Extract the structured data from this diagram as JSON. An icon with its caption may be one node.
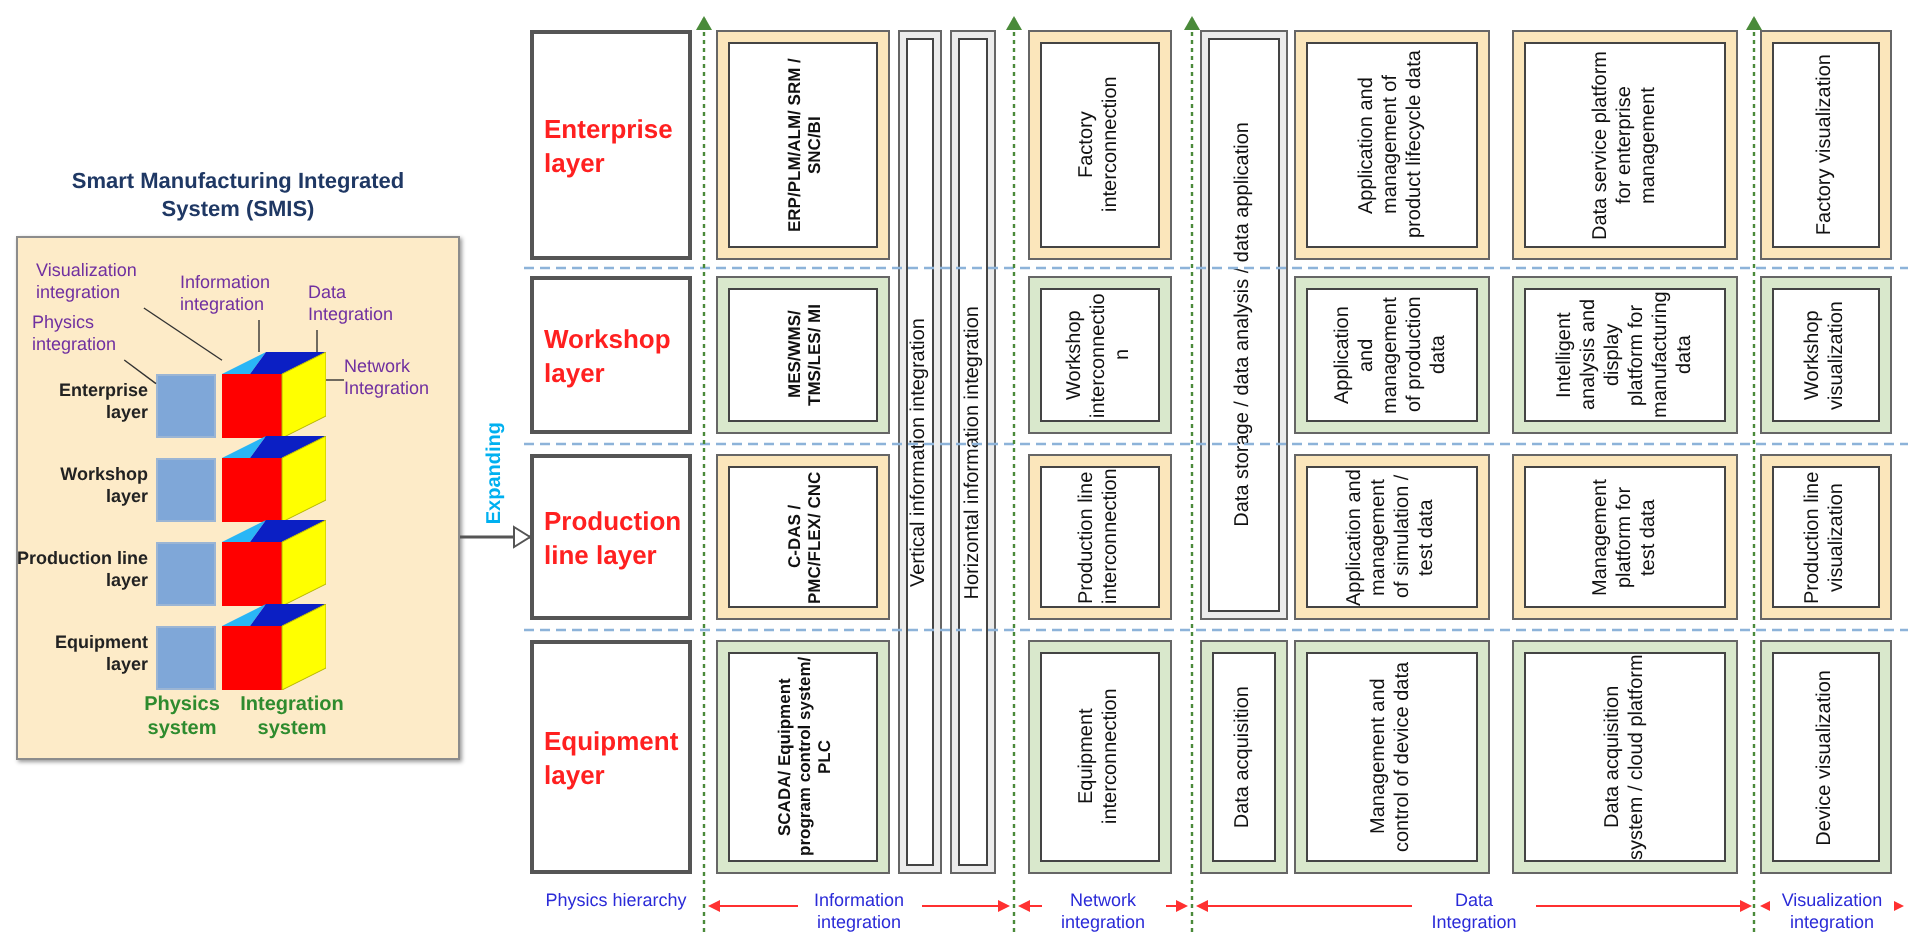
{
  "diagram": {
    "nodes": [
      {
        "text": [
          "Smart Manufacturing Integrated System (SMIS)"
        ]
      },
      {
        "text": [
          "Visualization integration"
        ],
        "in": 0
      },
      {
        "text": [
          "Information integration"
        ],
        "in": 0
      },
      {
        "text": [
          "Data Integration"
        ],
        "in": 0
      },
      {
        "text": [
          "Physics integration"
        ],
        "in": 0
      },
      {
        "text": [
          "Network Integration"
        ],
        "in": 0
      },
      {
        "text": [],
        "shape": "box",
        "in": 0
      },
      {
        "text": [],
        "shape": "cube",
        "in": 0
      },
      {
        "text": [],
        "shape": "box",
        "in": 0
      },
      {
        "text": [],
        "shape": "cube",
        "in": 0
      },
      {
        "text": [],
        "shape": "box",
        "in": 0
      },
      {
        "text": [],
        "shape": "cube",
        "in": 0
      },
      {
        "text": [],
        "shape": "box",
        "in": 0
      },
      {
        "text": [],
        "shape": "cube",
        "in": 0
      },
      {
        "text": [
          "Enterprise layer"
        ]
      },
      {
        "text": [
          "Workshop layer"
        ]
      },
      {
        "text": [
          "Production line layer"
        ]
      },
      {
        "text": [
          "Equipment layer"
        ]
      },
      {
        "text": [
          "ERP/PLM/ALM/ SRM / SNC/BI"
        ]
      },
      {
        "text": [
          "MES/WMS/ TMS/LES/ MI"
        ]
      },
      {
        "text": [
          "C-DAS / PMC/FLEX/ CNC"
        ]
      },
      {
        "text": [
          "SCADA/ Equipment program control system/ PLC"
        ]
      },
      {
        "text": [
          "Vertical information integration"
        ]
      },
      {
        "text": [
          "Horizontal information integration"
        ]
      },
      {
        "text": [
          "Factory interconnection"
        ]
      },
      {
        "text": [
          "Workshop interconnection"
        ]
      },
      {
        "text": [
          "Production line interconnection"
        ]
      },
      {
        "text": [
          "Equipment interconnection"
        ]
      },
      {
        "text": [
          "Data storage / data analysis / data application"
        ]
      },
      {
        "text": [
          "Data acquisition"
        ]
      },
      {
        "text": [
          "Application and management of product lifecycle data"
        ]
      },
      {
        "text": [
          "Application and management of production data"
        ]
      },
      {
        "text": [
          "Application and management of simulation / test data"
        ]
      },
      {
        "text": [
          "Management and control of device data"
        ]
      },
      {
        "text": [
          "Data service platform for enterprise management"
        ]
      },
      {
        "text": [
          "Intelligent analysis and display platform for manufacturing data"
        ]
      },
      {
        "text": [
          "Management platform for test data"
        ]
      },
      {
        "text": [
          "Data acquisition system / cloud platform"
        ]
      },
      {
        "text": [
          "Factory visualization"
        ]
      },
      {
        "text": [
          "Workshop visualization"
        ]
      },
      {
        "text": [
          "Production line visualization"
        ]
      },
      {
        "text": [
          "Device visualization"
        ]
      }
    ],
    "edges": [
      {
        "from": 1,
        "to": 7,
        "arrow": "none"
      },
      {
        "from": 2,
        "to": 7,
        "arrow": "none"
      },
      {
        "from": 3,
        "to": 7,
        "arrow": "none"
      },
      {
        "from": 4,
        "to": 6,
        "arrow": "none"
      },
      {
        "from": 5,
        "to": 7,
        "arrow": "none"
      },
      {
        "from": 0,
        "to": 16,
        "arrow": "to",
        "label": "Expanding"
      }
    ],
    "labels": [
      "Enterprise layer",
      "Workshop layer",
      "Production line layer",
      "Equipment layer",
      "Physics system",
      "Integration system",
      "Physics hierarchy",
      "Information integration",
      "Network integration",
      "Data Integration",
      "Visualization integration"
    ]
  }
}
